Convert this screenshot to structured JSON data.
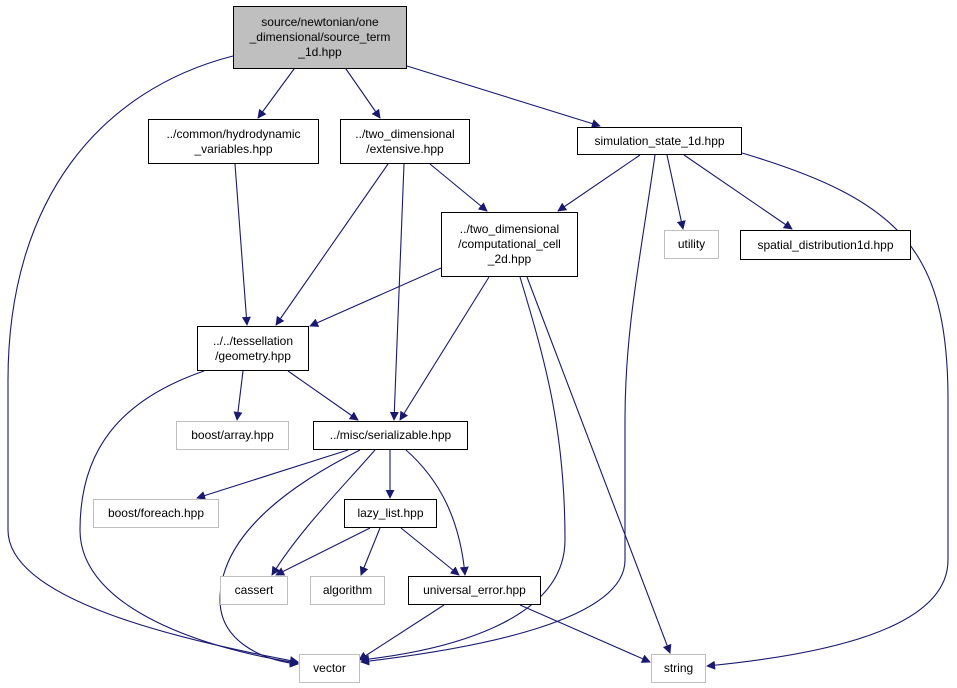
{
  "colors": {
    "edge": "#191970",
    "root_fill": "#bfbfbf",
    "external_border": "#bfbfbf",
    "node_border": "#000000"
  },
  "nodes": {
    "root": {
      "label": "source/newtonian/one\n_dimensional/source_term\n_1d.hpp",
      "kind": "root"
    },
    "hydro": {
      "label": "../common/hydrodynamic\n_variables.hpp",
      "kind": "file"
    },
    "extensive": {
      "label": "../two_dimensional\n/extensive.hpp",
      "kind": "file"
    },
    "simstate": {
      "label": "simulation_state_1d.hpp",
      "kind": "file"
    },
    "compcell": {
      "label": "../two_dimensional\n/computational_cell\n_2d.hpp",
      "kind": "file"
    },
    "utility": {
      "label": "utility",
      "kind": "external"
    },
    "spatial": {
      "label": "spatial_distribution1d.hpp",
      "kind": "file"
    },
    "geometry": {
      "label": "../../tessellation\n/geometry.hpp",
      "kind": "file"
    },
    "boostarray": {
      "label": "boost/array.hpp",
      "kind": "external"
    },
    "serial": {
      "label": "../misc/serializable.hpp",
      "kind": "file"
    },
    "foreach": {
      "label": "boost/foreach.hpp",
      "kind": "external"
    },
    "lazy": {
      "label": "lazy_list.hpp",
      "kind": "file"
    },
    "cassert": {
      "label": "cassert",
      "kind": "external"
    },
    "algorithm": {
      "label": "algorithm",
      "kind": "external"
    },
    "uerror": {
      "label": "universal_error.hpp",
      "kind": "file"
    },
    "vector": {
      "label": "vector",
      "kind": "external"
    },
    "string": {
      "label": "string",
      "kind": "external"
    }
  },
  "edges": [
    [
      "root",
      "hydro"
    ],
    [
      "root",
      "extensive"
    ],
    [
      "root",
      "simstate"
    ],
    [
      "root",
      "vector"
    ],
    [
      "hydro",
      "geometry"
    ],
    [
      "extensive",
      "geometry"
    ],
    [
      "extensive",
      "serial"
    ],
    [
      "extensive",
      "compcell"
    ],
    [
      "simstate",
      "compcell"
    ],
    [
      "simstate",
      "utility"
    ],
    [
      "simstate",
      "spatial"
    ],
    [
      "simstate",
      "vector"
    ],
    [
      "simstate",
      "string"
    ],
    [
      "compcell",
      "geometry"
    ],
    [
      "compcell",
      "serial"
    ],
    [
      "compcell",
      "vector"
    ],
    [
      "compcell",
      "string"
    ],
    [
      "geometry",
      "boostarray"
    ],
    [
      "geometry",
      "serial"
    ],
    [
      "geometry",
      "vector"
    ],
    [
      "serial",
      "foreach"
    ],
    [
      "serial",
      "lazy"
    ],
    [
      "serial",
      "cassert"
    ],
    [
      "serial",
      "uerror"
    ],
    [
      "serial",
      "vector"
    ],
    [
      "lazy",
      "cassert"
    ],
    [
      "lazy",
      "algorithm"
    ],
    [
      "lazy",
      "uerror"
    ],
    [
      "uerror",
      "vector"
    ],
    [
      "uerror",
      "string"
    ]
  ]
}
